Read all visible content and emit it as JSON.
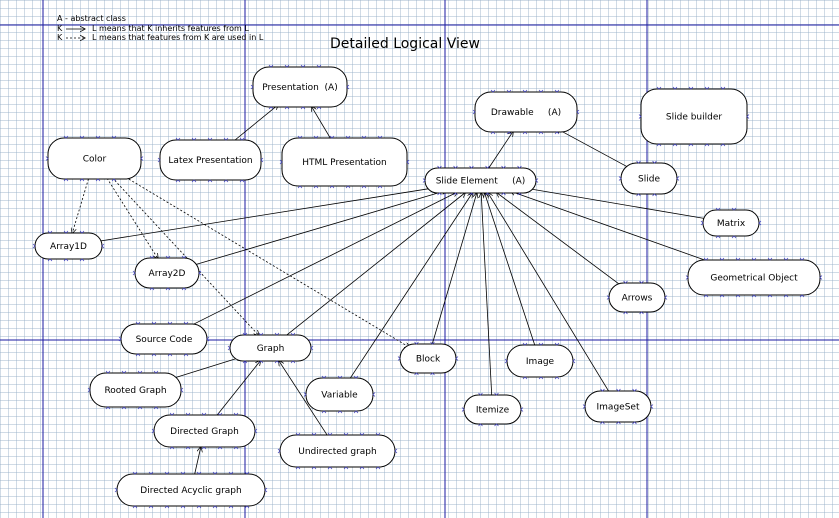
{
  "diagram": {
    "title": "Detailed Logical View",
    "legend": [
      {
        "id": "abstract",
        "text": "A - abstract class"
      },
      {
        "id": "inherits",
        "from": "K",
        "text": "L means that K inherits features from L"
      },
      {
        "id": "uses",
        "from": "K",
        "text": "L means that features from K are used in L"
      }
    ],
    "nodes": [
      {
        "id": "presentation",
        "label": "Presentation  (A)"
      },
      {
        "id": "drawable",
        "label": "Drawable     (A)"
      },
      {
        "id": "slide-builder",
        "label": "Slide builder"
      },
      {
        "id": "color",
        "label": "Color"
      },
      {
        "id": "latex-presentation",
        "label": "Latex Presentation"
      },
      {
        "id": "html-presentation",
        "label": "HTML Presentation"
      },
      {
        "id": "slide-element",
        "label": "Slide Element     (A)"
      },
      {
        "id": "slide",
        "label": "Slide"
      },
      {
        "id": "matrix",
        "label": "Matrix"
      },
      {
        "id": "array1d",
        "label": "Array1D"
      },
      {
        "id": "array2d",
        "label": "Array2D"
      },
      {
        "id": "geometrical-object",
        "label": "Geometrical Object"
      },
      {
        "id": "arrows",
        "label": "Arrows"
      },
      {
        "id": "source-code",
        "label": "Source Code"
      },
      {
        "id": "graph",
        "label": "Graph"
      },
      {
        "id": "block",
        "label": "Block"
      },
      {
        "id": "image",
        "label": "Image"
      },
      {
        "id": "rooted-graph",
        "label": "Rooted Graph"
      },
      {
        "id": "variable",
        "label": "Variable"
      },
      {
        "id": "itemize",
        "label": "Itemize"
      },
      {
        "id": "imageset",
        "label": "ImageSet"
      },
      {
        "id": "directed-graph",
        "label": "Directed Graph"
      },
      {
        "id": "undirected-graph",
        "label": "Undirected graph"
      },
      {
        "id": "directed-acyclic-graph",
        "label": "Directed Acyclic graph"
      }
    ],
    "edges": [
      {
        "from": "latex-presentation",
        "to": "presentation",
        "kind": "inherits"
      },
      {
        "from": "html-presentation",
        "to": "presentation",
        "kind": "inherits"
      },
      {
        "from": "slide-element",
        "to": "drawable",
        "kind": "inherits"
      },
      {
        "from": "slide",
        "to": "drawable",
        "kind": "inherits"
      },
      {
        "from": "array1d",
        "to": "slide-element",
        "kind": "inherits"
      },
      {
        "from": "array2d",
        "to": "slide-element",
        "kind": "inherits"
      },
      {
        "from": "source-code",
        "to": "slide-element",
        "kind": "inherits"
      },
      {
        "from": "graph",
        "to": "slide-element",
        "kind": "inherits"
      },
      {
        "from": "block",
        "to": "slide-element",
        "kind": "inherits"
      },
      {
        "from": "variable",
        "to": "slide-element",
        "kind": "inherits"
      },
      {
        "from": "itemize",
        "to": "slide-element",
        "kind": "inherits"
      },
      {
        "from": "image",
        "to": "slide-element",
        "kind": "inherits"
      },
      {
        "from": "imageset",
        "to": "slide-element",
        "kind": "inherits"
      },
      {
        "from": "arrows",
        "to": "slide-element",
        "kind": "inherits"
      },
      {
        "from": "geometrical-object",
        "to": "slide-element",
        "kind": "inherits"
      },
      {
        "from": "matrix",
        "to": "slide-element",
        "kind": "inherits"
      },
      {
        "from": "rooted-graph",
        "to": "graph",
        "kind": "inherits"
      },
      {
        "from": "directed-graph",
        "to": "graph",
        "kind": "inherits"
      },
      {
        "from": "undirected-graph",
        "to": "graph",
        "kind": "inherits"
      },
      {
        "from": "directed-acyclic-graph",
        "to": "directed-graph",
        "kind": "inherits"
      },
      {
        "from": "color",
        "to": "array1d",
        "kind": "uses"
      },
      {
        "from": "color",
        "to": "array2d",
        "kind": "uses"
      },
      {
        "from": "color",
        "to": "graph",
        "kind": "uses"
      },
      {
        "from": "color",
        "to": "block",
        "kind": "uses"
      }
    ]
  }
}
